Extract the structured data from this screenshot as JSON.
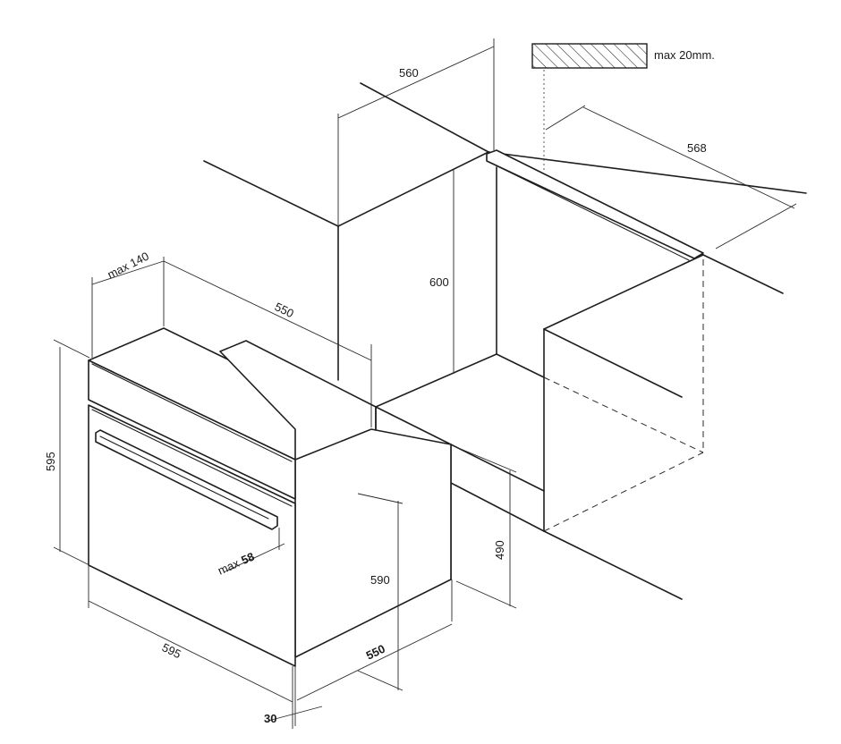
{
  "labels": {
    "dim_560": "560",
    "dim_568": "568",
    "dim_600": "600",
    "dim_max140": "max 140",
    "dim_550_top": "550",
    "dim_595_height": "595",
    "dim_595_width": "595",
    "dim_590": "590",
    "dim_490": "490",
    "dim_550_bottom": "550",
    "dim_30": "30",
    "max_prefix": "max",
    "max_58_value": "58",
    "max_20mm": "max 20mm."
  },
  "colors": {
    "line": "#1e1e1e",
    "background": "#ffffff"
  }
}
